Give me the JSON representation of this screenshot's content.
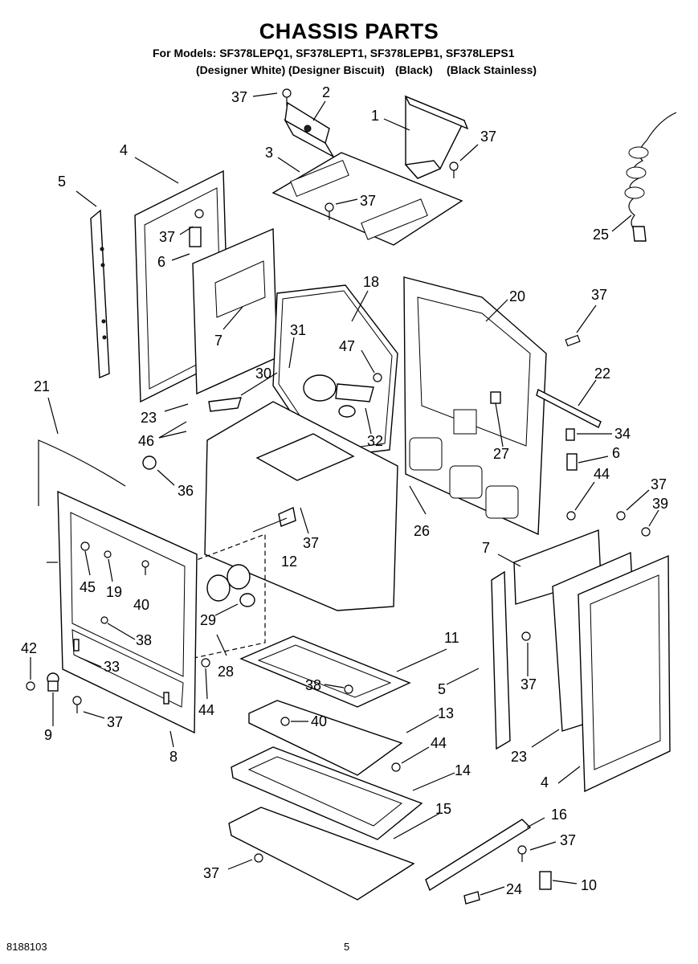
{
  "header": {
    "title": "CHASSIS PARTS",
    "models": "For Models: SF378LEPQ1, SF378LEPT1, SF378LEPB1, SF378LEPS1",
    "variants": [
      "(Designer White)",
      "(Designer Biscuit)",
      "(Black)",
      "(Black Stainless)"
    ]
  },
  "footer": {
    "document_number": "8188103",
    "page_number": "5"
  },
  "callouts": [
    "37",
    "2",
    "1",
    "37",
    "4",
    "3",
    "37",
    "5",
    "37",
    "6",
    "25",
    "7",
    "18",
    "20",
    "37",
    "31",
    "47",
    "30",
    "22",
    "21",
    "23",
    "46",
    "32",
    "34",
    "27",
    "6",
    "36",
    "44",
    "37",
    "39",
    "26",
    "37",
    "12",
    "7",
    "45",
    "19",
    "40",
    "29",
    "38",
    "42",
    "33",
    "11",
    "5",
    "37",
    "28",
    "38",
    "9",
    "37",
    "44",
    "40",
    "13",
    "8",
    "44",
    "23",
    "14",
    "4",
    "15",
    "16",
    "37",
    "37",
    "10",
    "24"
  ]
}
